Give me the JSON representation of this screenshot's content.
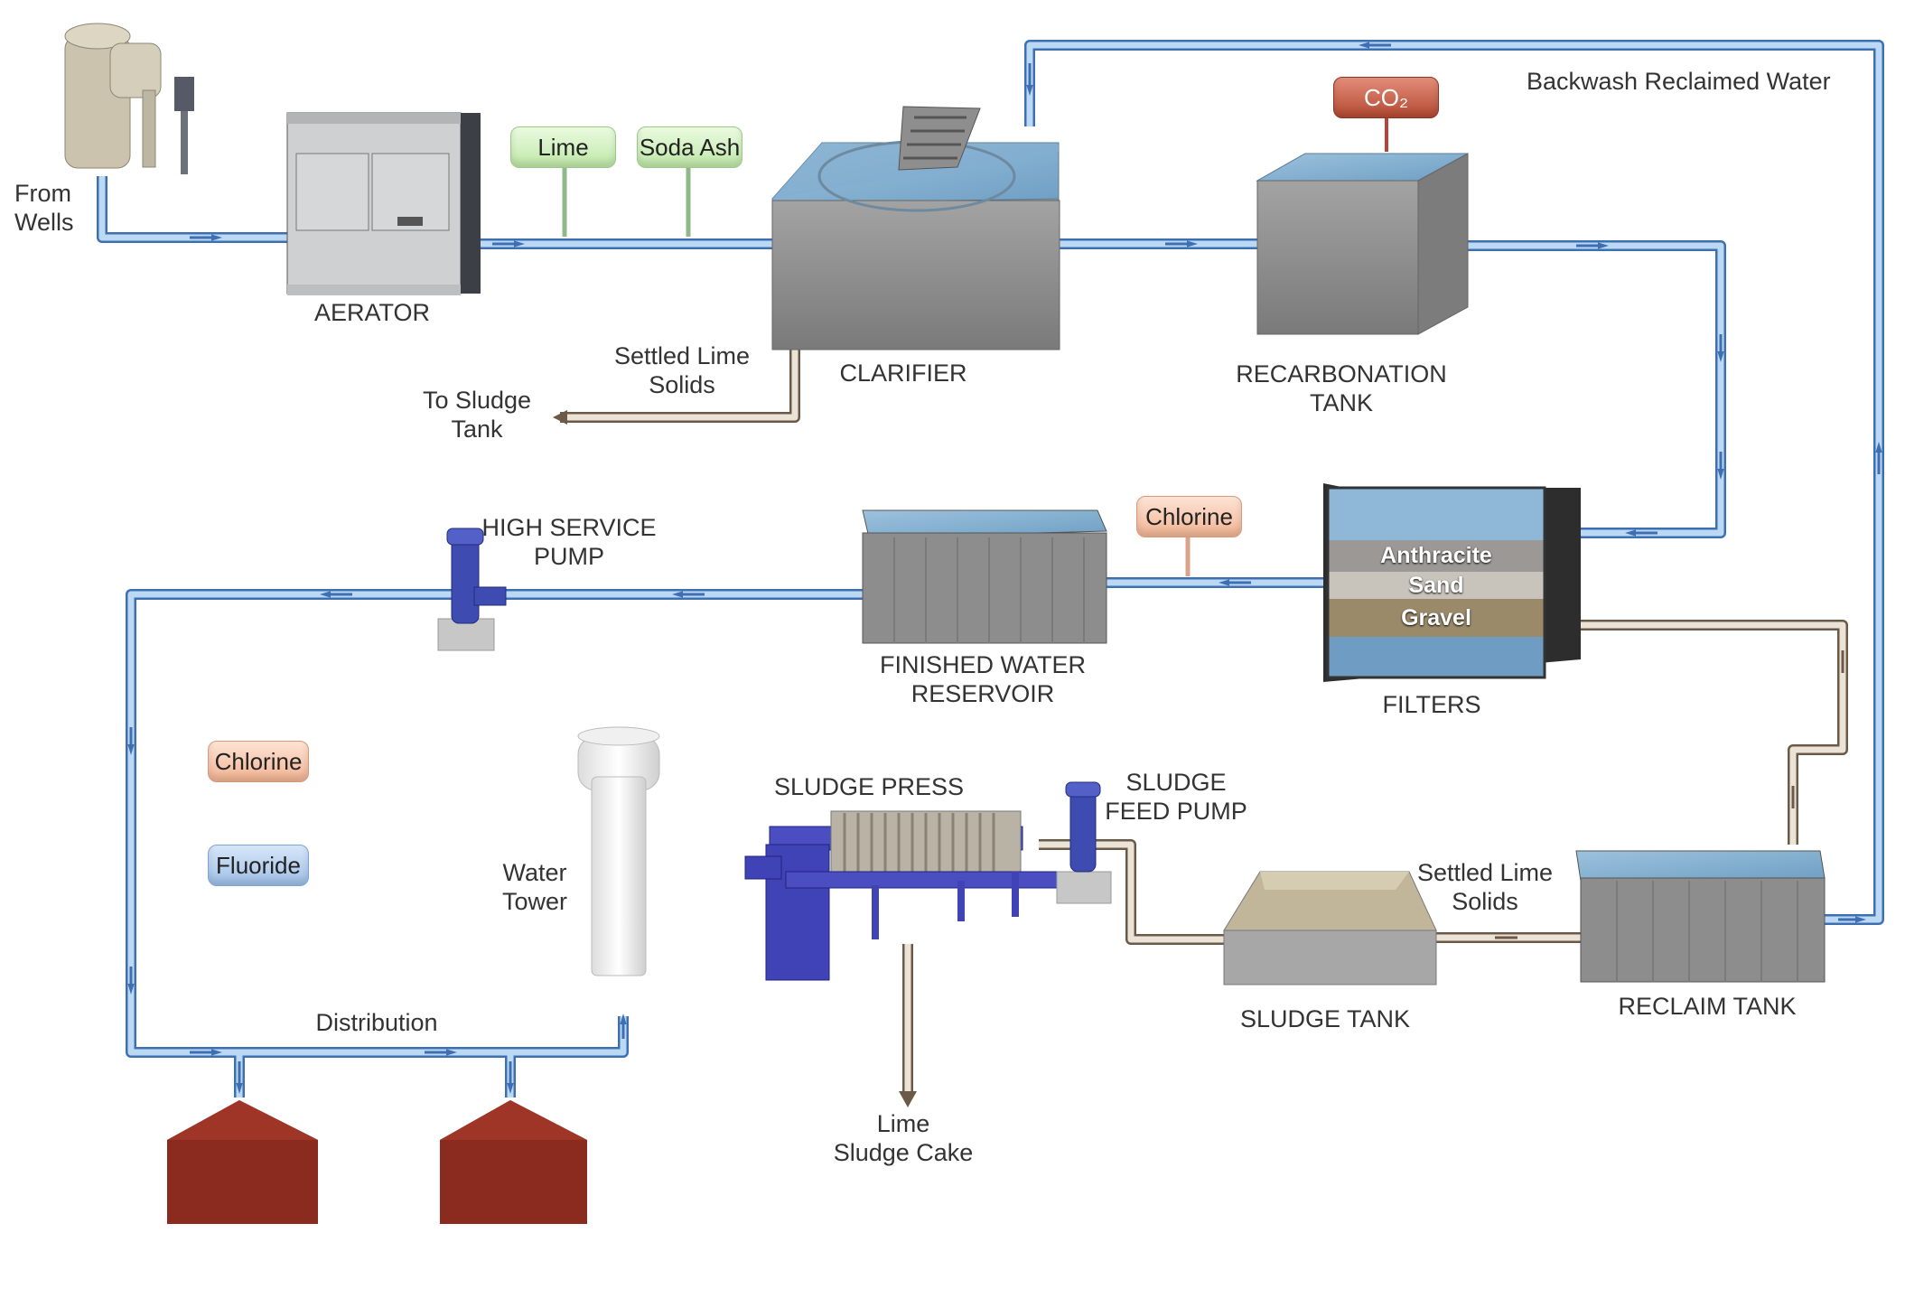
{
  "labels": {
    "from_wells": "From\nWells",
    "aerator": "AERATOR",
    "lime": "Lime",
    "soda_ash": "Soda Ash",
    "settled_lime_solids_top": "Settled Lime\nSolids",
    "to_sludge_tank": "To Sludge\nTank",
    "clarifier": "CLARIFIER",
    "co2": "CO₂",
    "backwash": "Backwash Reclaimed Water",
    "recarbonation_tank": "RECARBONATION\nTANK",
    "chlorine_top": "Chlorine",
    "high_service_pump": "HIGH SERVICE\nPUMP",
    "finished_water_reservoir": "FINISHED WATER\nRESERVOIR",
    "filters": "FILTERS",
    "anthracite": "Anthracite",
    "sand": "Sand",
    "gravel": "Gravel",
    "chlorine_left": "Chlorine",
    "fluoride": "Fluoride",
    "water_tower": "Water\nTower",
    "distribution": "Distribution",
    "sludge_press": "SLUDGE PRESS",
    "sludge_feed_pump": "SLUDGE\nFEED PUMP",
    "settled_lime_solids_bottom": "Settled Lime\nSolids",
    "sludge_tank": "SLUDGE TANK",
    "reclaim_tank": "RECLAIM TANK",
    "lime_sludge_cake": "Lime\nSludge Cake"
  },
  "colors": {
    "water_pipe": "#bcd9f4",
    "water_pipe_edge": "#3f6fb3",
    "sludge_pipe": "#e8ddd0",
    "sludge_pipe_edge": "#6b5a48",
    "concrete": "#8c8c8c",
    "water": "#8fb7d6",
    "house": "#8b2a1f",
    "equipment_blue": "#3c3cb4"
  }
}
